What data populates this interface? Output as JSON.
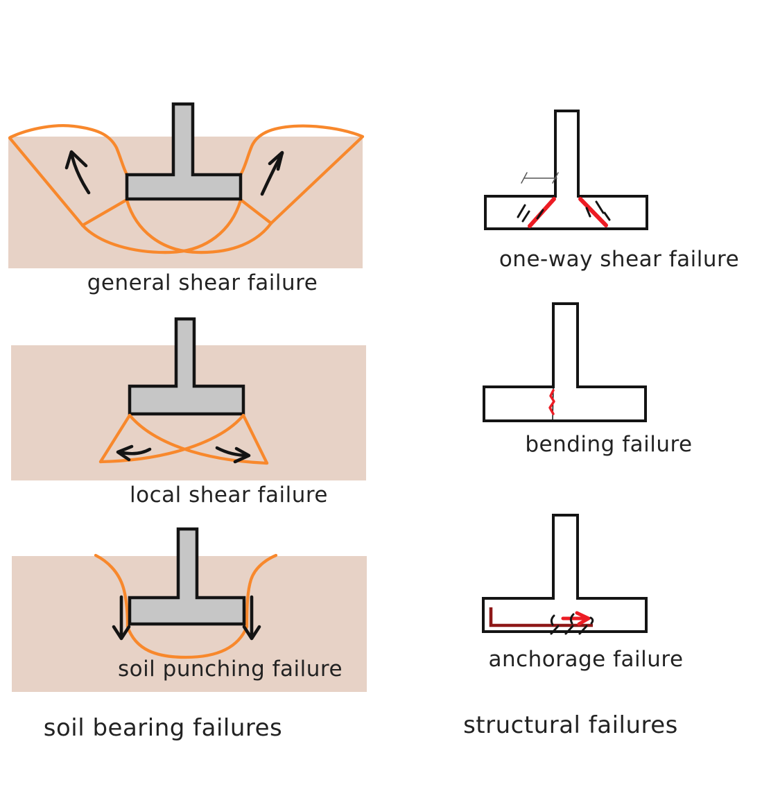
{
  "title": "foundation failure modes diagram",
  "colors": {
    "soil": "#e7d2c6",
    "footing_fill": "#c6c6c6",
    "outline": "#141414",
    "slip_orange": "#f8882c",
    "crack_red": "#ec1c24",
    "rebar_dark_red": "#8e1818",
    "dim_line": "#555555",
    "text": "#222222",
    "background": "#ffffff"
  },
  "left_column": {
    "group_label": "soil bearing failures",
    "panels": [
      {
        "label": "general shear failure"
      },
      {
        "label": "local shear failure"
      },
      {
        "label": "soil punching failure"
      }
    ]
  },
  "right_column": {
    "group_label": "structural failures",
    "panels": [
      {
        "label": "one-way shear failure"
      },
      {
        "label": "bending failure"
      },
      {
        "label": "anchorage failure"
      }
    ]
  }
}
